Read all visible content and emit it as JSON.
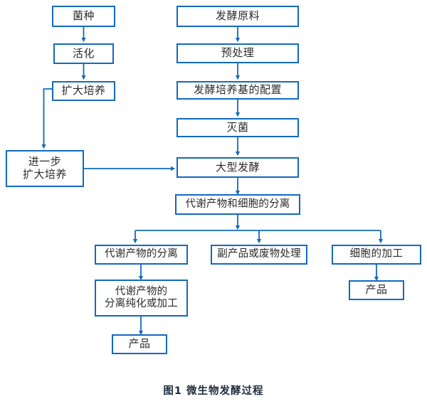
{
  "figure": {
    "caption": "图1 微生物发酵过程",
    "box_border_color": "#1369bd",
    "connector_color": "#1369bd",
    "text_color": "#2b2b2b",
    "caption_color": "#1f2d3d",
    "background_color": "#ffffff"
  },
  "nodes": {
    "strain": "菌种",
    "activation": "活化",
    "expand_culture": "扩大培养",
    "further_expand_culture": "进一步\n扩大培养",
    "raw_material": "发酵原料",
    "pretreatment": "预处理",
    "medium_preparation": "发酵培养基的配置",
    "sterilization": "灭菌",
    "large_scale_fermentation": "大型发酵",
    "metabolite_cell_separation": "代谢产物和细胞的分离",
    "metabolite_separation": "代谢产物的分离",
    "metabolite_purification": "代谢产物的\n分离纯化或加工",
    "product_left": "产品",
    "byproduct_waste_treatment": "副产品或废物处理",
    "cell_processing": "细胞的加工",
    "product_right": "产品"
  },
  "flow_edges": [
    {
      "from": "菌种",
      "to": "活化"
    },
    {
      "from": "活化",
      "to": "扩大培养"
    },
    {
      "from": "扩大培养",
      "to": "进一步扩大培养"
    },
    {
      "from": "进一步扩大培养",
      "to": "大型发酵"
    },
    {
      "from": "发酵原料",
      "to": "预处理"
    },
    {
      "from": "预处理",
      "to": "发酵培养基的配置"
    },
    {
      "from": "发酵培养基的配置",
      "to": "灭菌"
    },
    {
      "from": "灭菌",
      "to": "大型发酵"
    },
    {
      "from": "大型发酵",
      "to": "代谢产物和细胞的分离"
    },
    {
      "from": "代谢产物和细胞的分离",
      "to": "代谢产物的分离"
    },
    {
      "from": "代谢产物和细胞的分离",
      "to": "副产品或废物处理"
    },
    {
      "from": "代谢产物和细胞的分离",
      "to": "细胞的加工"
    },
    {
      "from": "代谢产物的分离",
      "to": "代谢产物的分离纯化或加工"
    },
    {
      "from": "代谢产物的分离纯化或加工",
      "to": "产品"
    },
    {
      "from": "细胞的加工",
      "to": "产品"
    }
  ]
}
